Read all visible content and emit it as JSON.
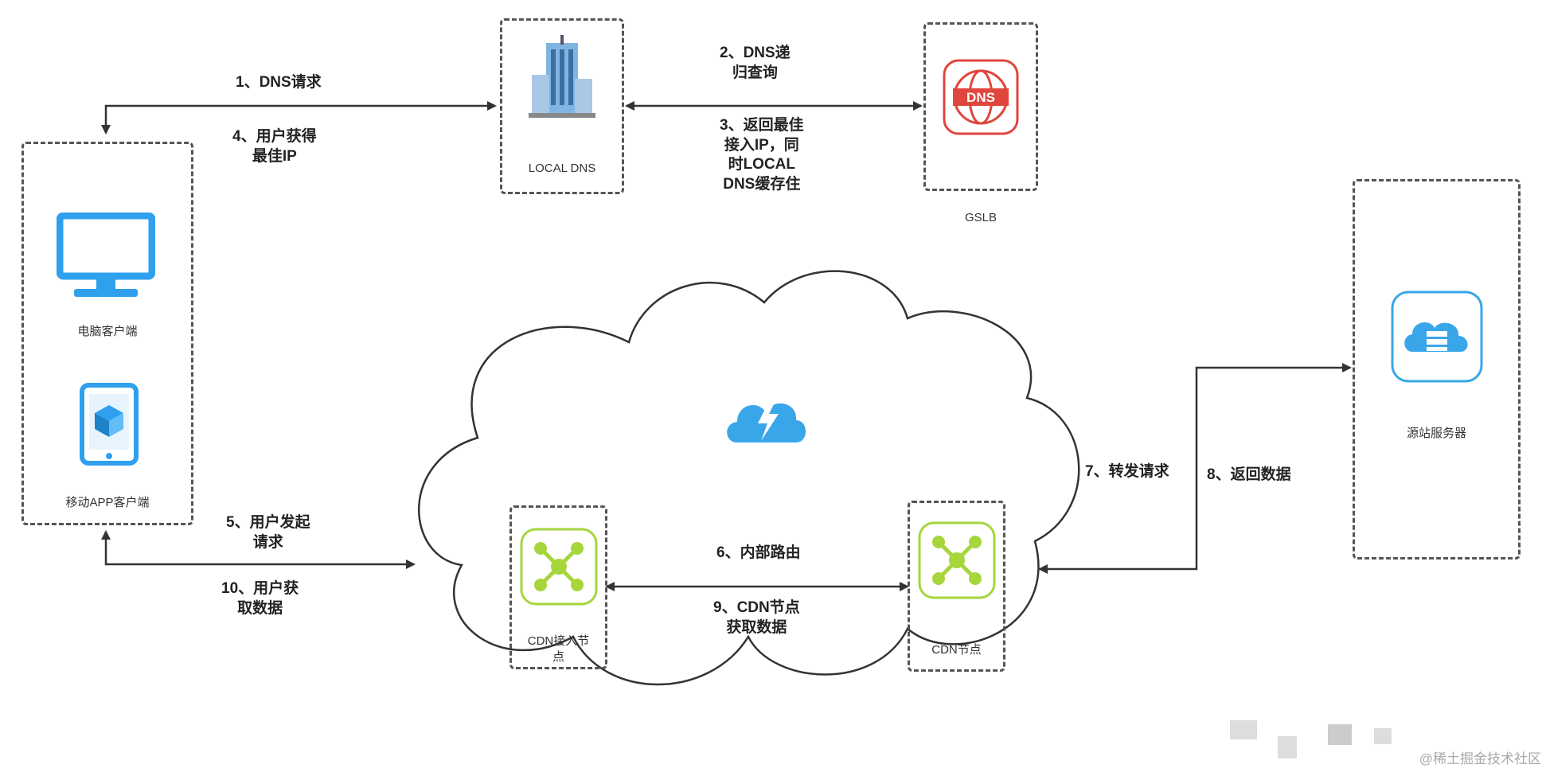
{
  "nodes": {
    "local_dns": "LOCAL DNS",
    "gslb": "GSLB",
    "pc_client": "电脑客户端",
    "mobile_client": "移动APP客户端",
    "origin_server": "源站服务器",
    "cdn_access_node": "CDN接入节\n点",
    "cdn_node": "CDN节点",
    "dns_logo_text": "DNS"
  },
  "steps": {
    "s1": "1、DNS请求",
    "s2": "2、DNS递\n归查询",
    "s3": "3、返回最佳\n接入IP，同\n时LOCAL\nDNS缓存住",
    "s4": "4、用户获得\n最佳IP",
    "s5": "5、用户发起\n请求",
    "s6": "6、内部路由",
    "s7": "7、转发请求",
    "s8": "8、返回数据",
    "s9": "9、CDN节点\n获取数据",
    "s10": "10、用户获\n取数据"
  },
  "watermark": "@稀土掘金技术社区",
  "colors": {
    "line": "#333333",
    "border": "#555555",
    "pc_blue": "#2fa0ee",
    "dns_red": "#e0463c",
    "cdn_green": "#a6d53c",
    "cloud_blue": "#3aa6ea"
  },
  "icons": {
    "local_dns": "building-icon",
    "gslb": "dns-globe-icon",
    "pc": "monitor-icon",
    "mobile": "tablet-cube-icon",
    "origin": "cloud-server-icon",
    "cdn": "network-node-icon",
    "cloud": "cloud-lightning-icon"
  }
}
